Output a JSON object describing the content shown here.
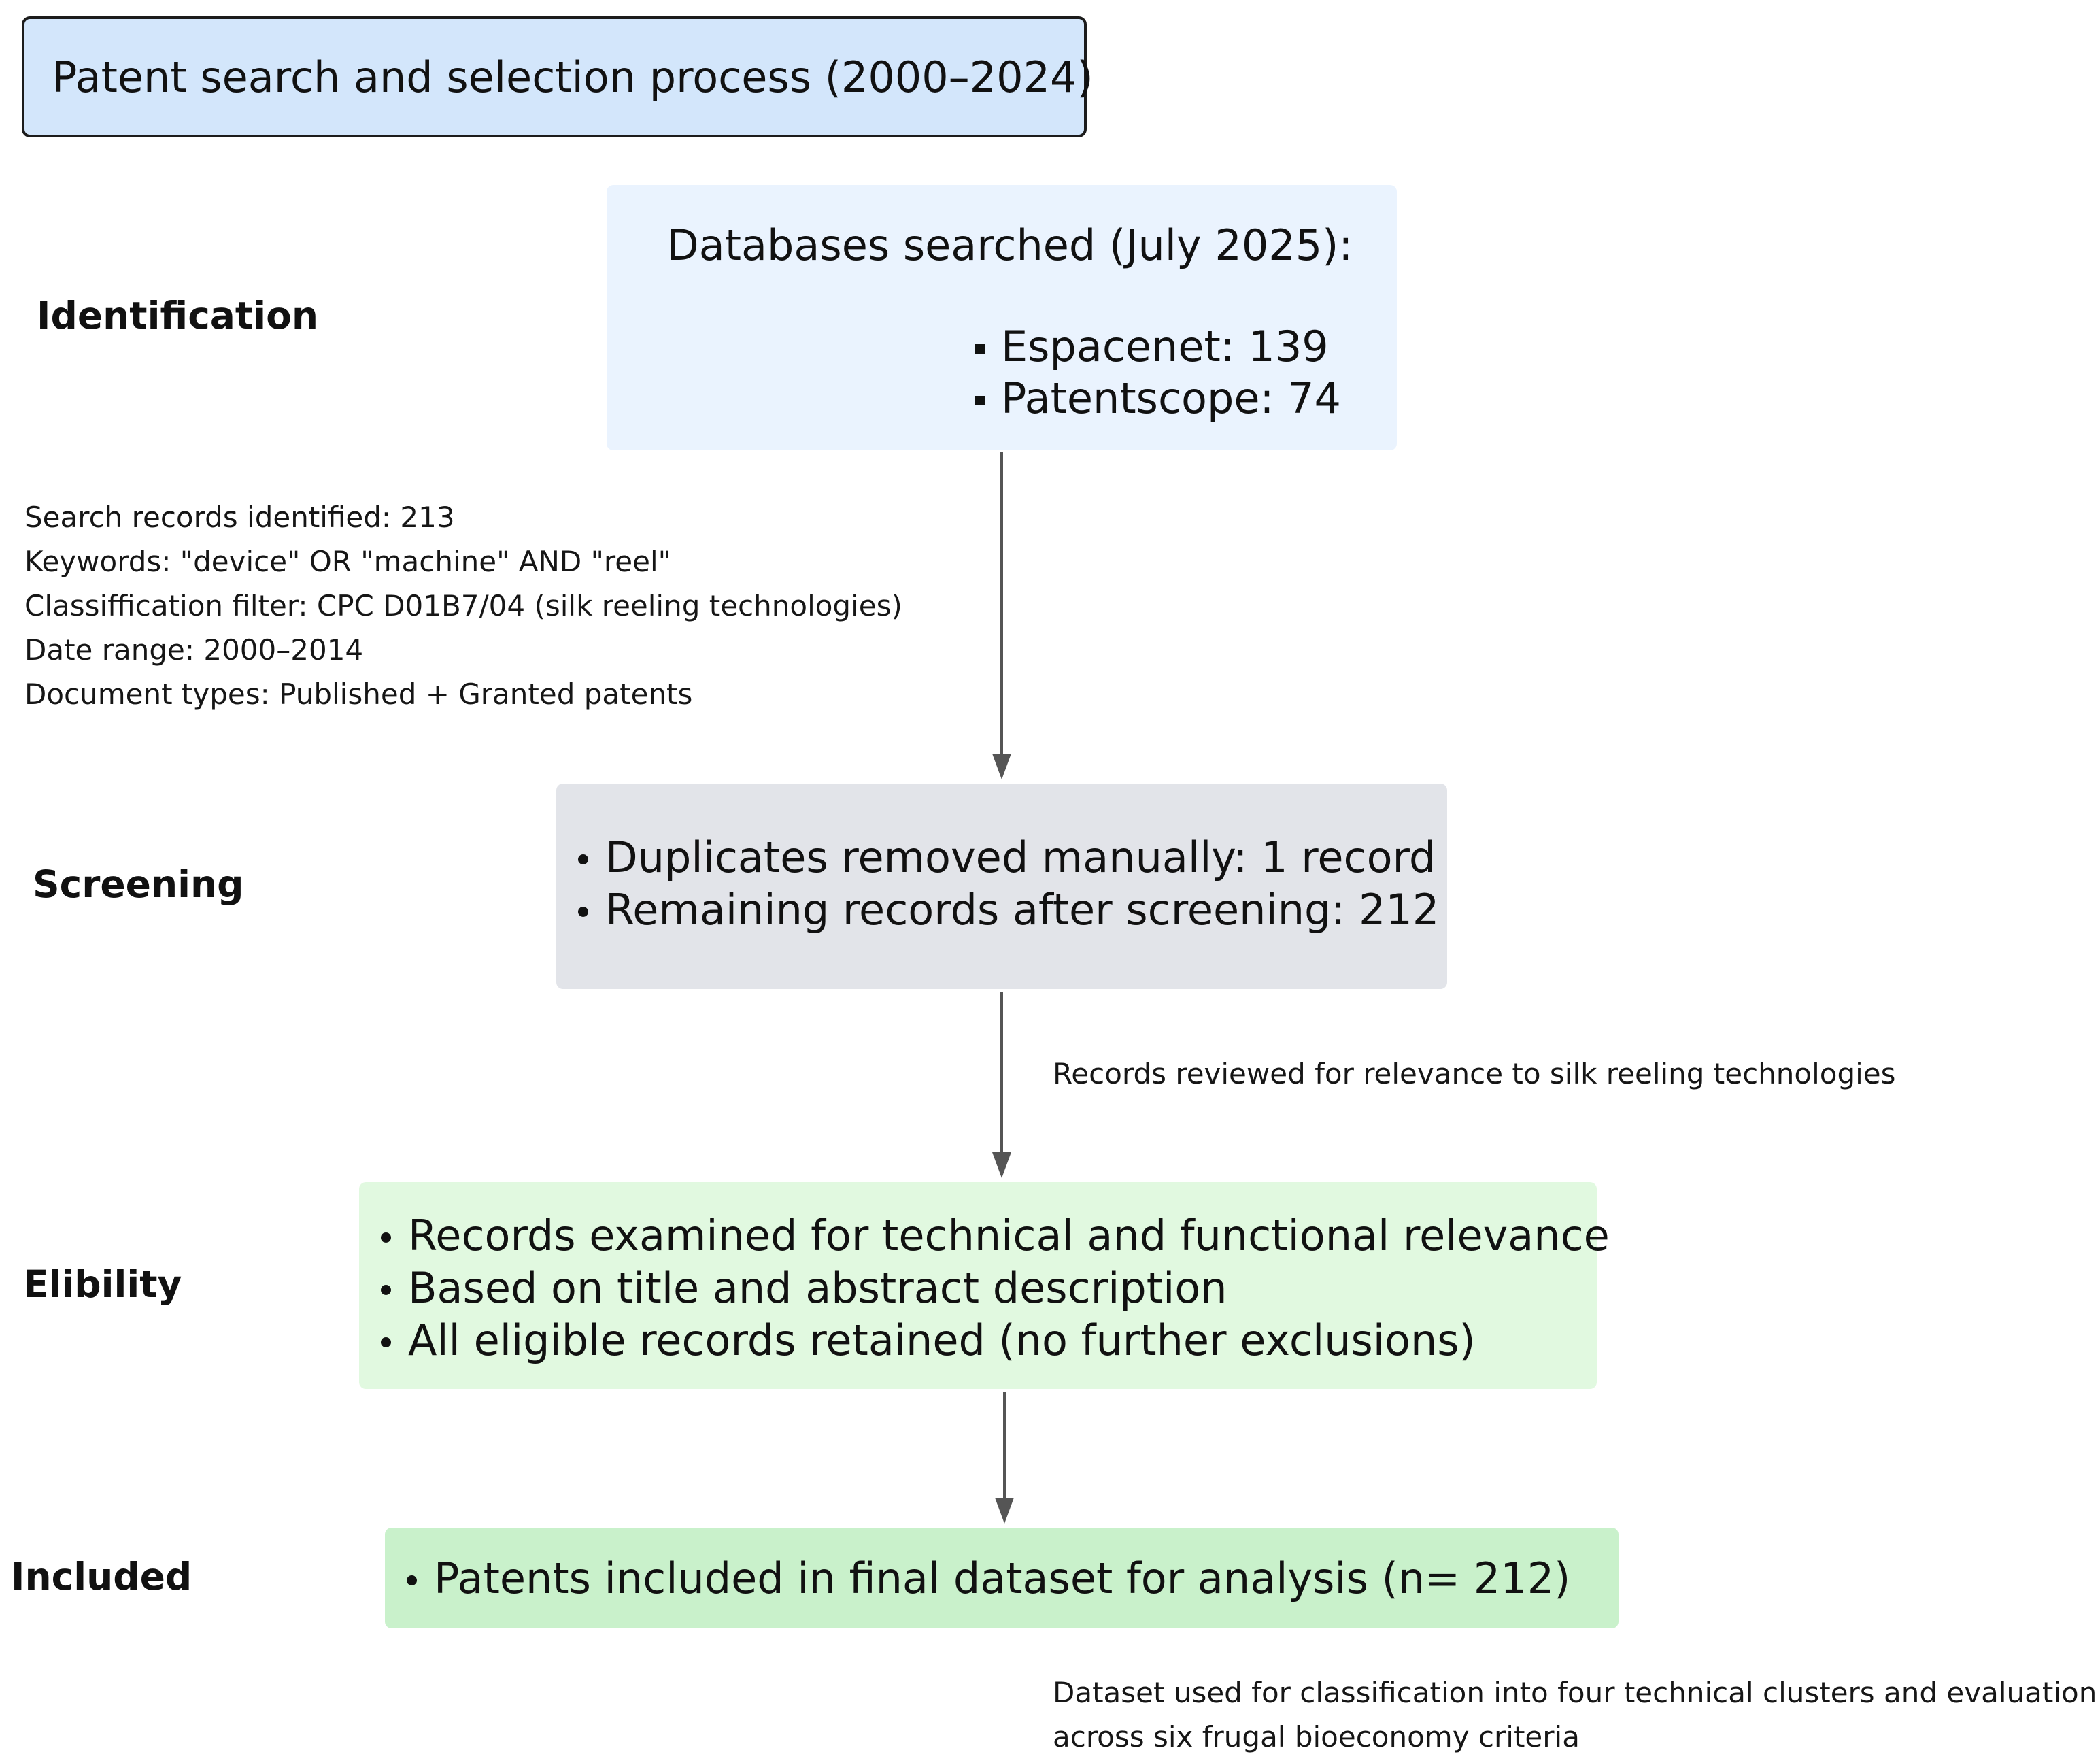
{
  "title": "Patent search and selection process (2000–2024)",
  "stages": {
    "identification": "Identification",
    "screening": "Screening",
    "eligibility": "Elibility",
    "included": "Included"
  },
  "databases": {
    "heading": "Databases searched (July 2025):",
    "items": [
      "Espacenet: 139",
      "Patentscope: 74"
    ]
  },
  "search_notes": [
    "Search records identified: 213",
    "Keywords: \"device\" OR \"machine\" AND \"reel\"",
    "Classiffication filter: CPC D01B7/04 (silk reeling technologies)",
    "Date range: 2000–2014",
    "Document types: Published + Granted patents"
  ],
  "screening": {
    "items": [
      "Duplicates removed manually: 1  record",
      "Remaining records after screening: 212"
    ]
  },
  "review_note": "Records reviewed for relevance to silk reeling technologies",
  "eligibility": {
    "items": [
      "Records examined for technical and functional relevance",
      "Based on title and abstract description",
      "All eligible records retained (no further exclusions)"
    ]
  },
  "included": {
    "items": [
      "Patents included in final dataset for analysis (n= 212)"
    ]
  },
  "dataset_note": [
    "Dataset used for classification into four technical clusters and evaluation",
    "across six frugal bioeconomy criteria"
  ],
  "colors": {
    "title_box": "#d3e6fb",
    "databases_box": "#eaf3fe",
    "screening_box": "#e2e4e9",
    "eligibility_box": "#e1f9e0",
    "included_box": "#c9f1cb",
    "arrow": "#555555"
  }
}
